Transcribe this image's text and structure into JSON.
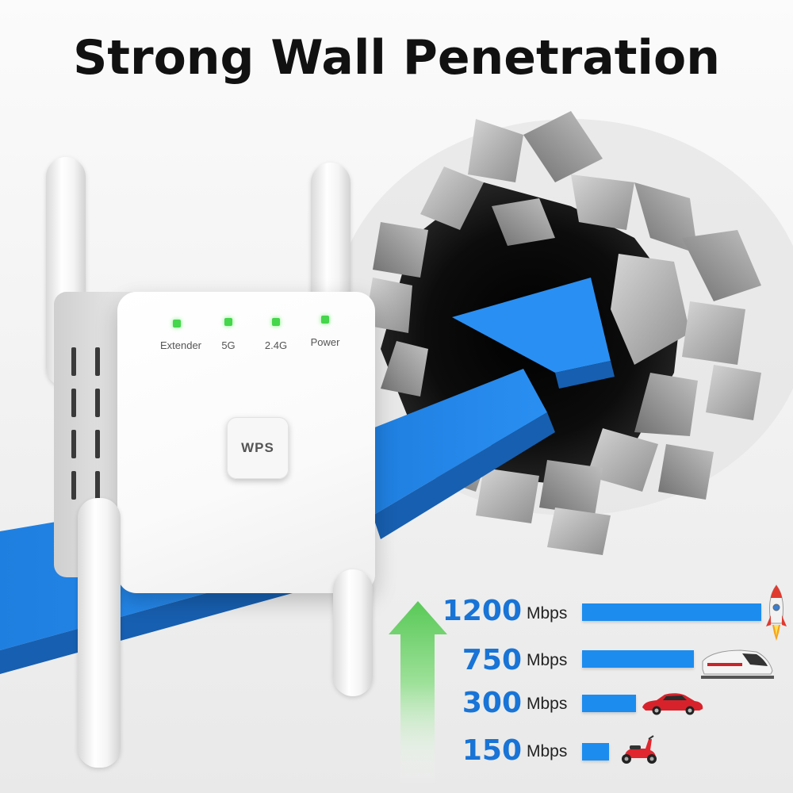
{
  "title": "Strong Wall Penetration",
  "device": {
    "indicators": [
      "Extender",
      "5G",
      "2.4G",
      "Power"
    ],
    "wps_label": "WPS"
  },
  "speeds": [
    {
      "value": "1200",
      "unit": "Mbps",
      "level": 1.0,
      "icon": "rocket-icon"
    },
    {
      "value": "750",
      "unit": "Mbps",
      "level": 0.625,
      "icon": "train-icon"
    },
    {
      "value": "300",
      "unit": "Mbps",
      "level": 0.3,
      "icon": "car-icon"
    },
    {
      "value": "150",
      "unit": "Mbps",
      "level": 0.15,
      "icon": "scooter-icon"
    }
  ],
  "colors": {
    "signal_blue": "#1c8cef",
    "speed_text": "#1874d6",
    "led_green": "#45d64b",
    "growth_arrow": "#6fd46a"
  }
}
